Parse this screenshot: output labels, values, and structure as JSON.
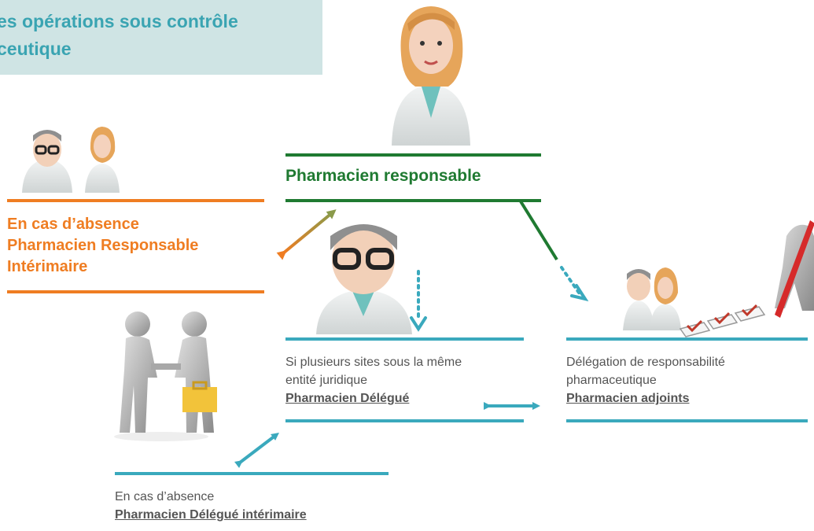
{
  "header": {
    "line1": "es opérations sous contrôle",
    "line2": "ceutique"
  },
  "central": {
    "title": "Pharmacien responsable"
  },
  "absence_responsable": {
    "line1": "En cas d’absence",
    "line2": "Pharmacien Responsable",
    "line3": "Intérimaire"
  },
  "delegue": {
    "line1": "Si plusieurs sites sous la même",
    "line2": "entité juridique",
    "role": "Pharmacien Délégué"
  },
  "adjoints": {
    "line1": "Délégation de responsabilité",
    "line2": "pharmaceutique",
    "role": "Pharmacien adjoints"
  },
  "absence_delegue": {
    "line1": "En cas d’absence",
    "role": "Pharmacien Délégué intérimaire"
  },
  "colors": {
    "green": "#1f7a31",
    "orange": "#ef7d22",
    "teal": "#3aa9bd",
    "header_bg": "#cfe4e4",
    "header_text": "#3aa4b2"
  }
}
